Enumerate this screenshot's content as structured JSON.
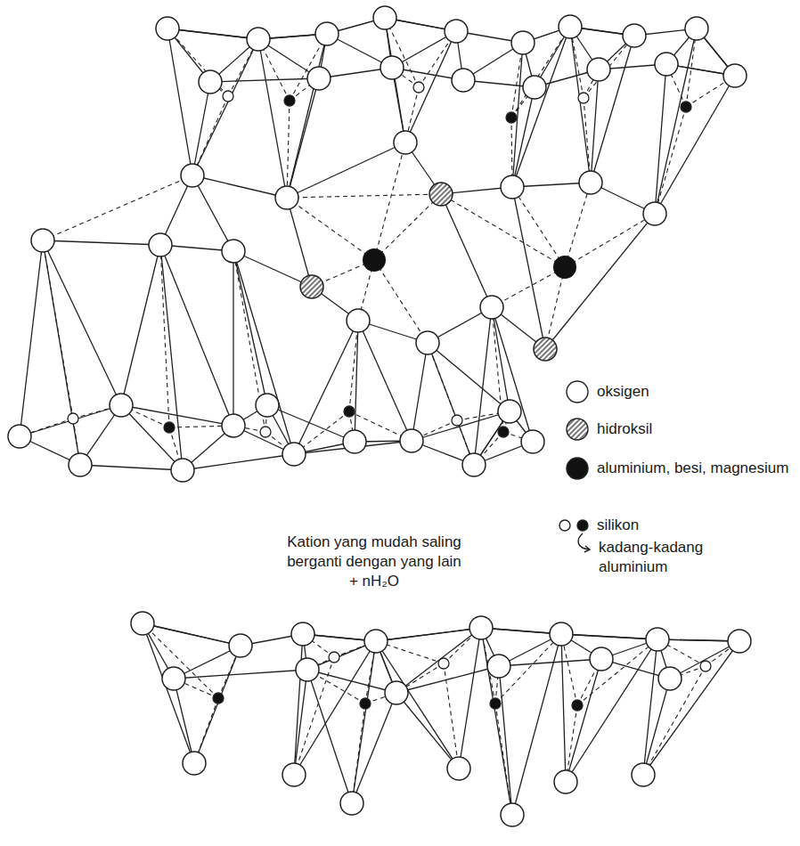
{
  "diagram": {
    "labels": [
      "Kation yang mudah saling berganti dengan yang lain + nH₂O"
    ],
    "legend": [
      {
        "text": "oksigen"
      },
      {
        "text": "hidroksil"
      },
      {
        "text": "aluminium, besi, magnesium"
      },
      {
        "text": "silikon"
      },
      {
        "text": "kadang-kadang aluminium"
      }
    ]
  }
}
